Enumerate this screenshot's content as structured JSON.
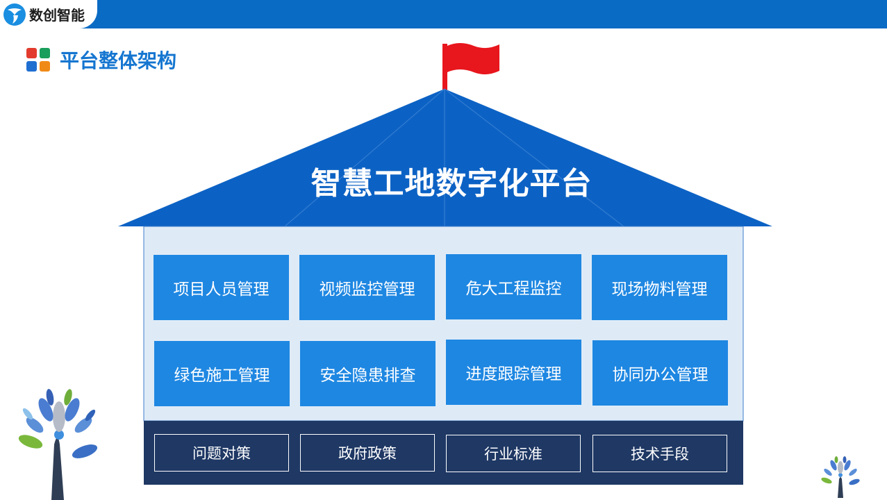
{
  "header": {
    "brand_name": "数创智能"
  },
  "section": {
    "title": "平台整体架构"
  },
  "platform": {
    "title": "智慧工地数字化平台",
    "modules": [
      "项目人员管理",
      "视频监控管理",
      "危大工程监控",
      "现场物料管理",
      "绿色施工管理",
      "安全隐患排查",
      "进度跟踪管理",
      "协同办公管理"
    ],
    "foundation": [
      "问题对策",
      "政府政策",
      "行业标准",
      "技术手段"
    ]
  },
  "icons": {
    "logo": "brand-logo-icon",
    "section": "grid-squares-icon",
    "flag": "red-flag-icon",
    "tree_large": "tree-people-icon",
    "tree_small": "tree-people-icon"
  },
  "colors": {
    "top_bar": "#0a6bc4",
    "roof": "#0c62c4",
    "module": "#1e87e2",
    "body_panel": "#deebf7",
    "foundation": "#1f3864",
    "flag": "#e8161d",
    "title_text": "#1576d0"
  }
}
